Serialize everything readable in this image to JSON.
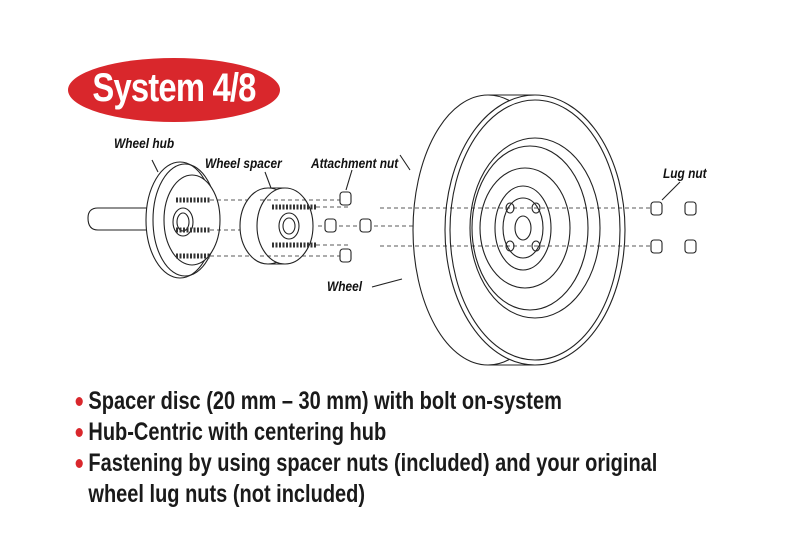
{
  "title": "System 4/8",
  "colors": {
    "accent": "#d9272c",
    "text": "#1a1a1a",
    "line": "#222222"
  },
  "labels": {
    "wheel_hub": "Wheel hub",
    "wheel_spacer": "Wheel spacer",
    "attachment_nut": "Attachment nut",
    "lug_nut": "Lug nut",
    "wheel": "Wheel"
  },
  "features": [
    {
      "line1": "Spacer disc (20 mm – 30 mm) with bolt on-system",
      "line2": ""
    },
    {
      "line1": "Hub-Centric with centering hub",
      "line2": ""
    },
    {
      "line1": "Fastening by using spacer nuts (included) and your original",
      "line2": "wheel lug nuts (not included)"
    }
  ]
}
